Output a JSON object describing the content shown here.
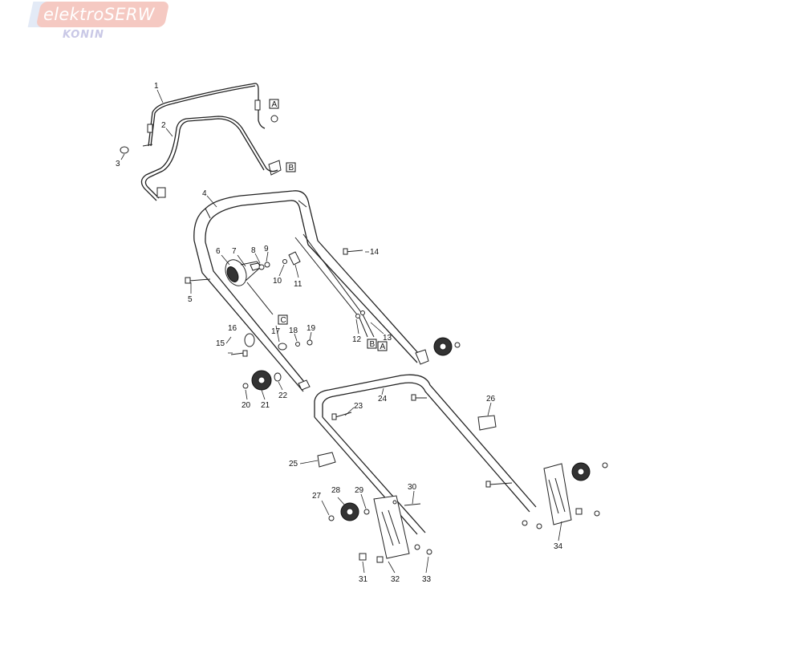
{
  "logo": {
    "brand": "elektroSERW",
    "city": "KONIN"
  },
  "parts": [
    "1",
    "2",
    "3",
    "4",
    "5",
    "6",
    "7",
    "8",
    "9",
    "10",
    "11",
    "12",
    "13",
    "14",
    "15",
    "16",
    "17",
    "18",
    "19",
    "20",
    "21",
    "22",
    "23",
    "24",
    "25",
    "26",
    "27",
    "28",
    "29",
    "30",
    "31",
    "32",
    "33",
    "34"
  ],
  "refs": {
    "a1": "A",
    "b1": "B",
    "c1": "C",
    "b2": "B",
    "a2": "A"
  }
}
